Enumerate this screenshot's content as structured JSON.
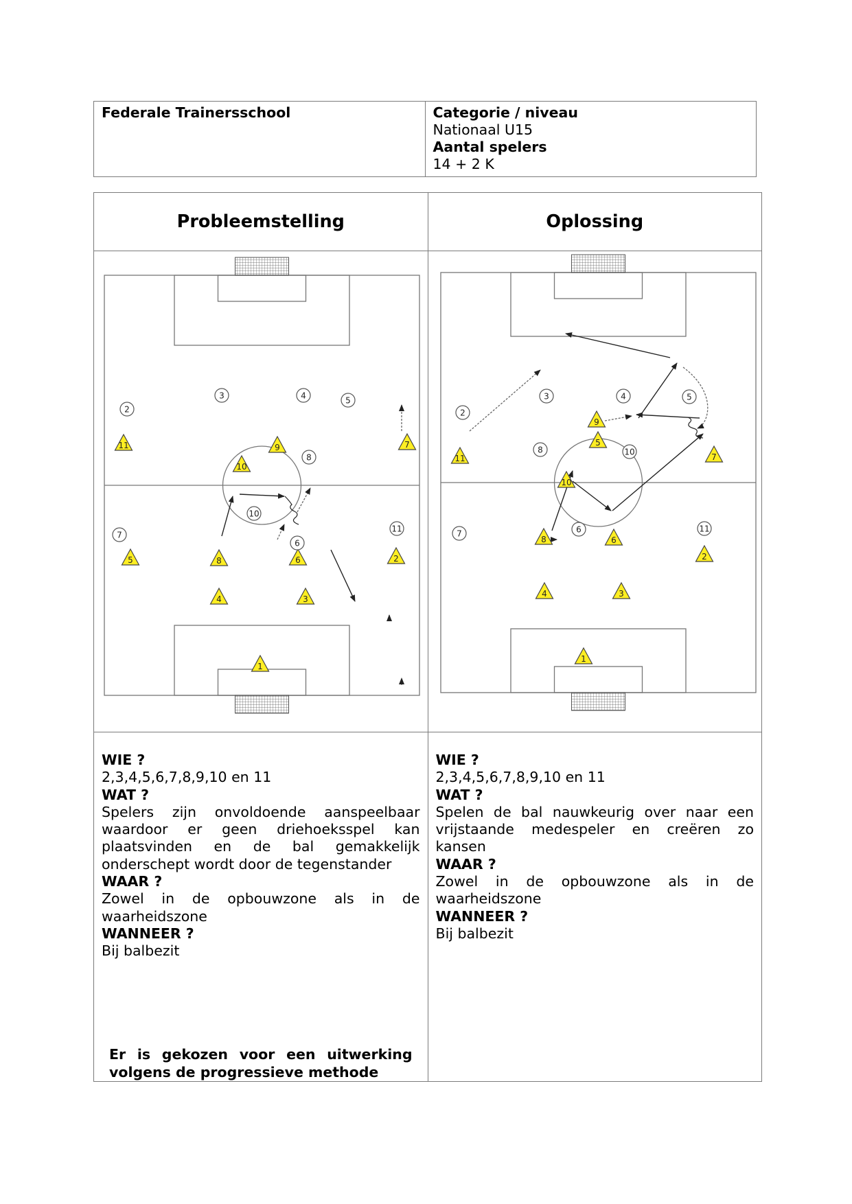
{
  "header": {
    "school": "Federale Trainersschool",
    "category_label": "Categorie / niveau",
    "category_value": "Nationaal U15",
    "players_label": "Aantal spelers",
    "players_value": "14 + 2 K"
  },
  "left": {
    "title": "Probleemstelling",
    "wie_label": "WIE ?",
    "wie_value": "2,3,4,5,6,7,8,9,10 en 11",
    "wat_label": "WAT ?",
    "wat_lines": [
      "Spelers zijn onvoldoende aanspeelbaar",
      "waardoor er geen driehoeksspel kan",
      "plaatsvinden en de bal gemakkelijk",
      "onderschept wordt door de tegenstander"
    ],
    "waar_label": "WAAR ?",
    "waar_lines": [
      "Zowel in de opbouwzone als in de",
      "waarheidszone"
    ],
    "wanneer_label": "WANNEER ?",
    "wanneer_value": "Bij balbezit",
    "footer_lines": [
      "Er is gekozen voor een uitwerking",
      "volgens de progressieve methode"
    ]
  },
  "right": {
    "title": "Oplossing",
    "wie_label": "WIE ?",
    "wie_value": "2,3,4,5,6,7,8,9,10 en 11",
    "wat_label": "WAT ?",
    "wat_lines": [
      "Spelen de bal nauwkeurig over naar een",
      "vrijstaande medespeler en creëren zo",
      "kansen"
    ],
    "waar_label": "WAAR ?",
    "waar_lines": [
      "Zowel in de opbouwzone als in de",
      "waarheidszone"
    ],
    "wanneer_label": "WANNEER ?",
    "wanneer_value": "Bij balbezit"
  },
  "diagram_problem": {
    "attackers": [
      "1",
      "2",
      "3",
      "4",
      "5",
      "6",
      "7",
      "8",
      "9",
      "10",
      "11"
    ],
    "defenders": [
      "2",
      "3",
      "4",
      "5",
      "6",
      "7",
      "8",
      "10",
      "11"
    ]
  },
  "diagram_solution": {
    "attackers": [
      "1",
      "2",
      "3",
      "4",
      "5",
      "6",
      "7",
      "8",
      "9",
      "10",
      "11"
    ],
    "defenders": [
      "2",
      "3",
      "4",
      "5",
      "6",
      "7",
      "8",
      "10",
      "11"
    ]
  }
}
